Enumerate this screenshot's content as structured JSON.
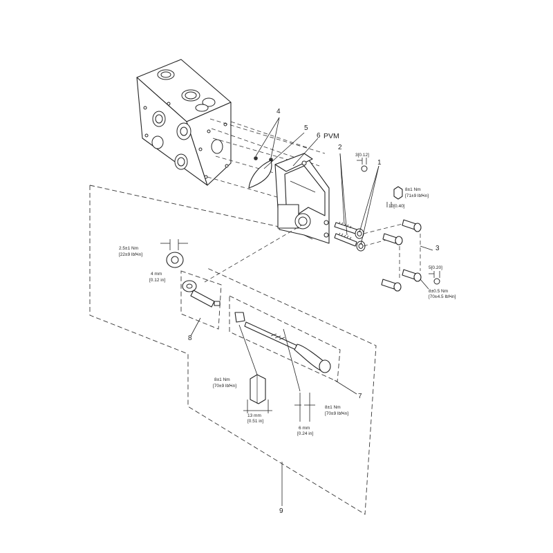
{
  "callouts": {
    "c1": "1",
    "c2": "2",
    "c3": "3",
    "c4": "4",
    "c5": "5",
    "c6": "6",
    "c7": "7",
    "c8": "8",
    "c9": "9",
    "pvm": "PVM"
  },
  "specs": {
    "torque_8nm_line1": "8±1 Nm",
    "torque_8nm_line2": "[71±9 lbf•in]",
    "gap_3_label": "3[0.12]",
    "gap_10_label": "10[0.40]",
    "gap_5_label": "5[0.20]",
    "torque_8_05_line1": "8±0.5 Nm",
    "torque_8_05_line2": "[70±4.5 lbf•in]",
    "torque_25_line1": "2.5±1 Nm",
    "torque_25_line2": "[22±9 lbf•in]",
    "wrench_4mm_line1": "4 mm",
    "wrench_4mm_line2": "[0.12 in]",
    "nut_torque_line1": "8±1 Nm",
    "nut_torque_line2": "[70±9 lbf•in]",
    "hex13_line1": "13 mm",
    "hex13_line2": "[0.51 in]",
    "handle_torque_line1": "8±1 Nm",
    "handle_torque_line2": "[70±9 lbf•in]",
    "flat6_line1": "6 mm",
    "flat6_line2": "[0.24 in]"
  }
}
